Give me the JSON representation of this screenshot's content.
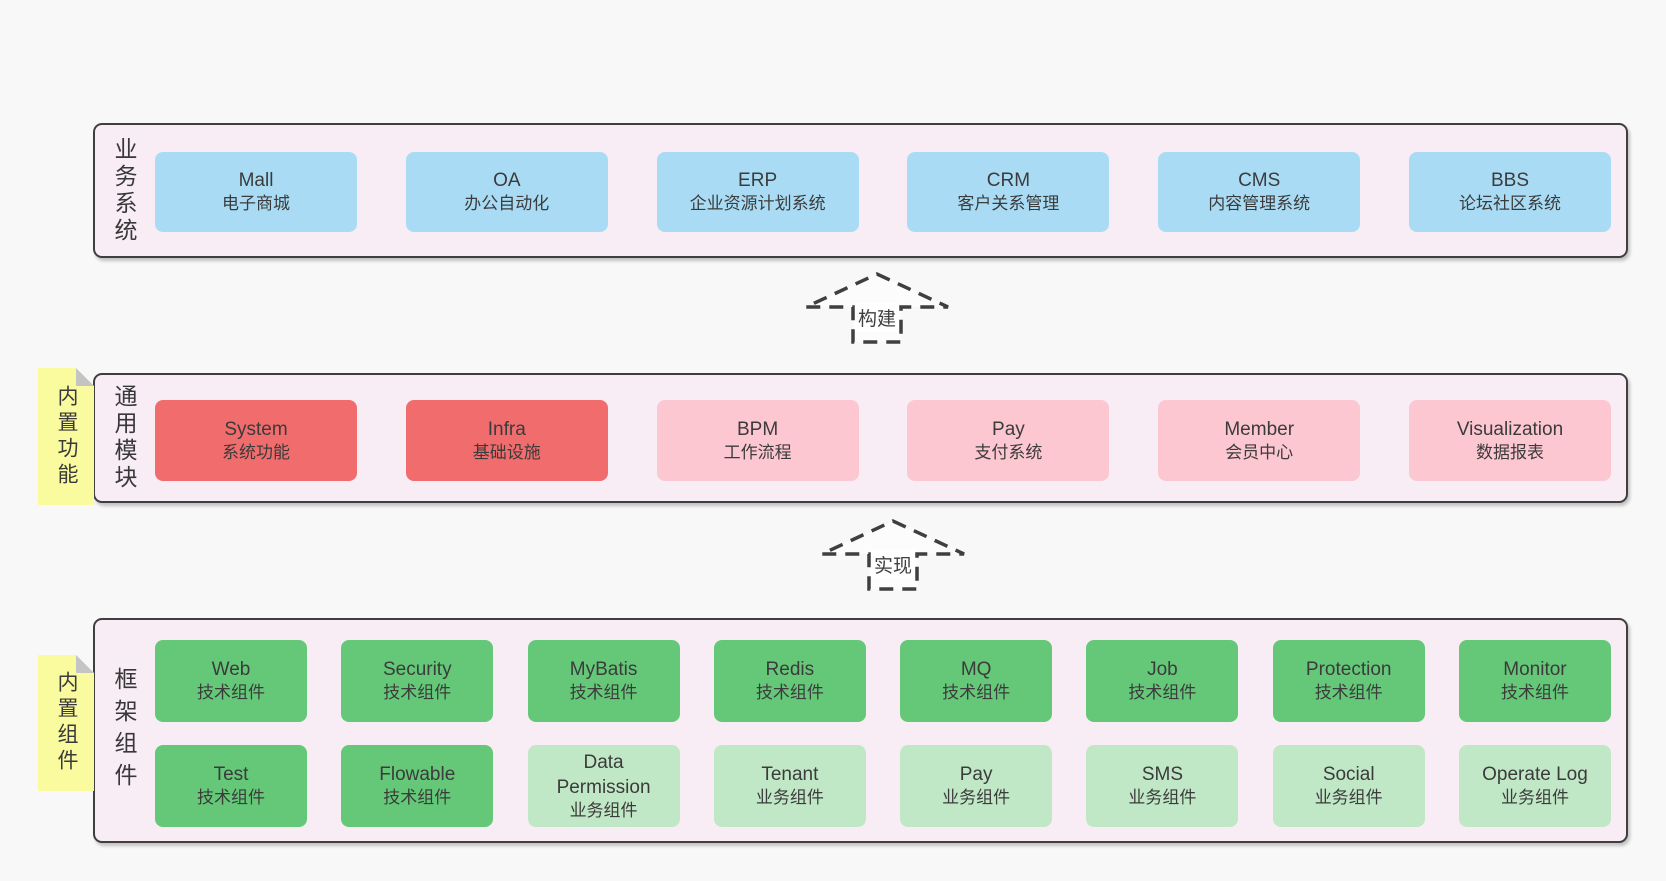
{
  "colors": {
    "page_background": "#f8f8f8",
    "layer_background": "#f8edf5",
    "layer_border": "#3f3f3f",
    "business_box": "#a9dcf4",
    "core_module_box": "#f16c6c",
    "optional_module_box": "#fcc7d1",
    "tech_component_box": "#64c878",
    "biz_component_box": "#c1e8c6",
    "sticky_note": "#fafa9e",
    "note_fold": "#c4c4c4",
    "text": "#3b3b3b"
  },
  "business_layer": {
    "side_label": "业务系统",
    "boxes": [
      {
        "name": "Mall",
        "desc": "电子商城"
      },
      {
        "name": "OA",
        "desc": "办公自动化"
      },
      {
        "name": "ERP",
        "desc": "企业资源计划系统"
      },
      {
        "name": "CRM",
        "desc": "客户关系管理"
      },
      {
        "name": "CMS",
        "desc": "内容管理系统"
      },
      {
        "name": "BBS",
        "desc": "论坛社区系统"
      }
    ]
  },
  "arrow_build": {
    "label": "构建"
  },
  "modules_layer": {
    "side_label": "通用模块",
    "note": "内置功能",
    "boxes": [
      {
        "name": "System",
        "desc": "系统功能"
      },
      {
        "name": "Infra",
        "desc": "基础设施"
      },
      {
        "name": "BPM",
        "desc": "工作流程"
      },
      {
        "name": "Pay",
        "desc": "支付系统"
      },
      {
        "name": "Member",
        "desc": "会员中心"
      },
      {
        "name": "Visualization",
        "desc": "数据报表"
      }
    ]
  },
  "arrow_implement": {
    "label": "实现"
  },
  "components_layer": {
    "side_label": "框架组件",
    "note": "内置组件",
    "row1": [
      {
        "name": "Web",
        "desc": "技术组件"
      },
      {
        "name": "Security",
        "desc": "技术组件"
      },
      {
        "name": "MyBatis",
        "desc": "技术组件"
      },
      {
        "name": "Redis",
        "desc": "技术组件"
      },
      {
        "name": "MQ",
        "desc": "技术组件"
      },
      {
        "name": "Job",
        "desc": "技术组件"
      },
      {
        "name": "Protection",
        "desc": "技术组件"
      },
      {
        "name": "Monitor",
        "desc": "技术组件"
      }
    ],
    "row2": [
      {
        "name": "Test",
        "desc": "技术组件"
      },
      {
        "name": "Flowable",
        "desc": "技术组件"
      },
      {
        "name": "Data Permission",
        "desc": "业务组件"
      },
      {
        "name": "Tenant",
        "desc": "业务组件"
      },
      {
        "name": "Pay",
        "desc": "业务组件"
      },
      {
        "name": "SMS",
        "desc": "业务组件"
      },
      {
        "name": "Social",
        "desc": "业务组件"
      },
      {
        "name": "Operate Log",
        "desc": "业务组件"
      }
    ]
  }
}
